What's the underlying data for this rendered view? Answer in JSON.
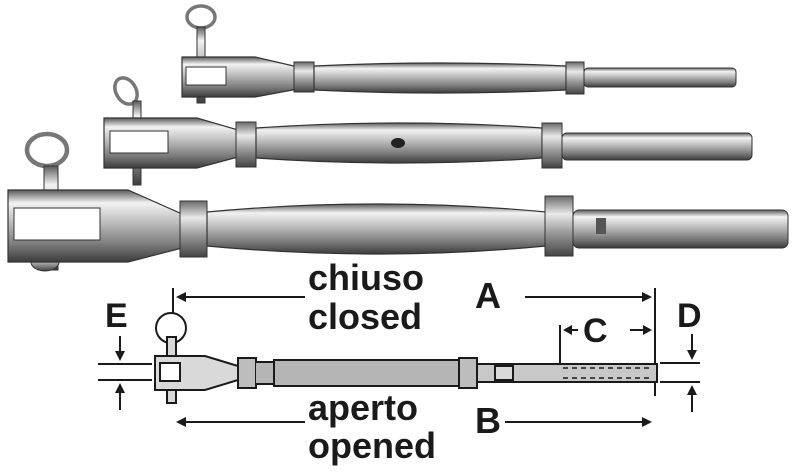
{
  "labels": {
    "closed_it": "chiuso",
    "closed_en": "closed",
    "opened_it": "aperto",
    "opened_en": "opened",
    "dim_a": "A",
    "dim_b": "B",
    "dim_c": "C",
    "dim_d": "D",
    "dim_e": "E"
  },
  "colors": {
    "steel_light": "#e8e8e8",
    "steel_mid": "#a9a9a9",
    "steel_dark": "#4a4a4a",
    "diagram_fill": "#b5b5b5",
    "ink": "#1a1a1a"
  },
  "icons": {
    "product": "turnbuckle-with-jaw-and-swage-stud",
    "diagram": "turnbuckle-dimension-drawing"
  }
}
